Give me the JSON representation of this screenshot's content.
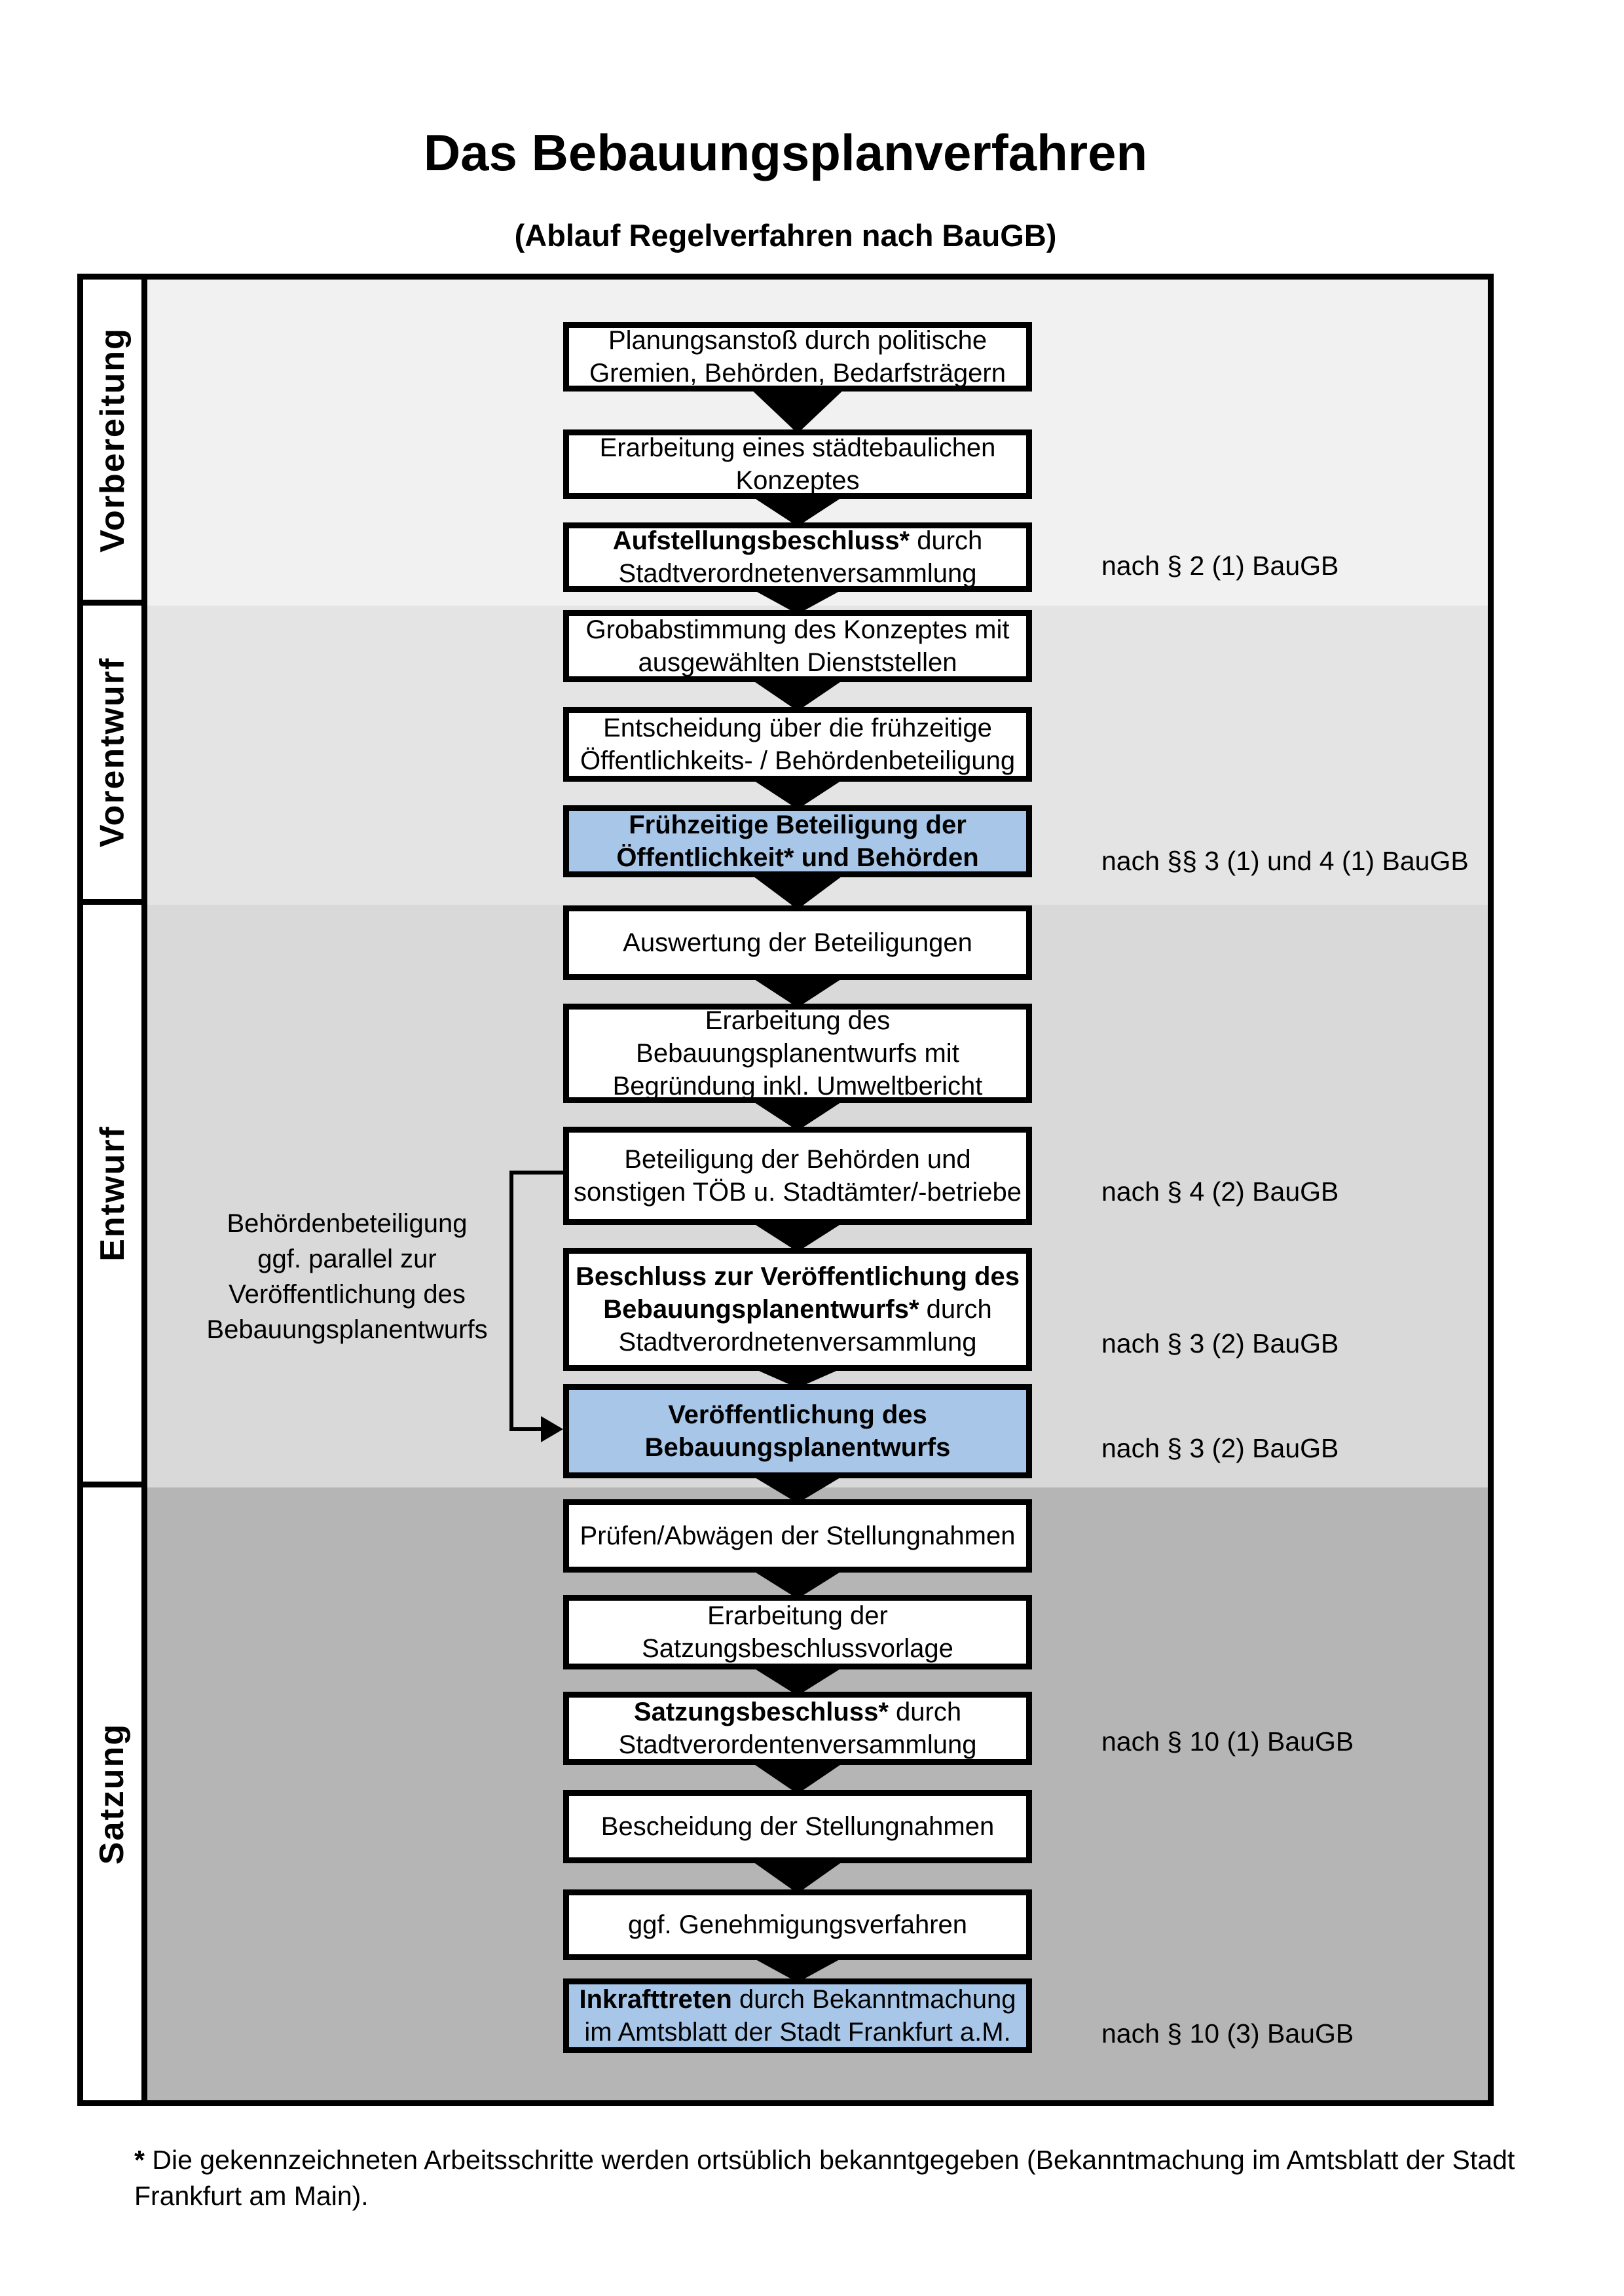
{
  "header": {
    "title": "Das Bebauungsplanverfahren",
    "subtitle": "(Ablauf Regelverfahren nach BauGB)"
  },
  "colors": {
    "highlight": "#a7c6e8",
    "border": "#000000",
    "label_cell_bg": "#ffffff",
    "phase_bgs": [
      "#f1f1f1",
      "#e4e4e4",
      "#d9d9d9",
      "#b5b5b5"
    ]
  },
  "phases": [
    {
      "label": "Vorbereitung"
    },
    {
      "label": "Vorentwurf"
    },
    {
      "label": "Entwurf"
    },
    {
      "label": "Satzung"
    }
  ],
  "steps": [
    {
      "phase": 0,
      "highlight": false,
      "legal": "",
      "lines": [
        [
          {
            "t": "Planungsanstoß durch politische"
          }
        ],
        [
          {
            "t": "Gremien, Behörden, Bedarfsträgern"
          }
        ]
      ]
    },
    {
      "phase": 0,
      "highlight": false,
      "legal": "",
      "lines": [
        [
          {
            "t": "Erarbeitung eines städtebaulichen"
          }
        ],
        [
          {
            "t": "Konzeptes"
          }
        ]
      ]
    },
    {
      "phase": 0,
      "highlight": false,
      "legal": "nach § 2 (1) BauGB",
      "lines": [
        [
          {
            "t": "Aufstellungsbeschluss*",
            "b": true
          },
          {
            "t": " durch"
          }
        ],
        [
          {
            "t": "Stadtverordnetenversammlung"
          }
        ]
      ]
    },
    {
      "phase": 1,
      "highlight": false,
      "legal": "",
      "lines": [
        [
          {
            "t": "Grobabstimmung des Konzeptes mit"
          }
        ],
        [
          {
            "t": "ausgewählten Dienststellen"
          }
        ]
      ]
    },
    {
      "phase": 1,
      "highlight": false,
      "legal": "",
      "lines": [
        [
          {
            "t": "Entscheidung über die frühzeitige"
          }
        ],
        [
          {
            "t": "Öffentlichkeits- / Behördenbeteiligung"
          }
        ]
      ]
    },
    {
      "phase": 1,
      "highlight": true,
      "legal": "nach §§ 3 (1) und 4 (1) BauGB",
      "lines": [
        [
          {
            "t": "Frühzeitige Beteiligung der",
            "b": true
          }
        ],
        [
          {
            "t": "Öffentlichkeit* und Behörden",
            "b": true
          }
        ]
      ]
    },
    {
      "phase": 2,
      "highlight": false,
      "legal": "",
      "lines": [
        [
          {
            "t": "Auswertung der Beteiligungen"
          }
        ]
      ]
    },
    {
      "phase": 2,
      "highlight": false,
      "legal": "",
      "lines": [
        [
          {
            "t": "Erarbeitung des"
          }
        ],
        [
          {
            "t": "Bebauungsplanentwurfs mit"
          }
        ],
        [
          {
            "t": "Begründung inkl. Umweltbericht"
          }
        ]
      ]
    },
    {
      "phase": 2,
      "highlight": false,
      "legal": "nach § 4 (2) BauGB",
      "lines": [
        [
          {
            "t": "Beteiligung der Behörden und"
          }
        ],
        [
          {
            "t": "sonstigen TÖB u. Stadtämter/-betriebe"
          }
        ]
      ]
    },
    {
      "phase": 2,
      "highlight": false,
      "legal": "nach § 3 (2) BauGB",
      "lines": [
        [
          {
            "t": "Beschluss zur Veröffentlichung des",
            "b": true
          }
        ],
        [
          {
            "t": "Bebauungsplanentwurfs*",
            "b": true
          },
          {
            "t": " durch"
          }
        ],
        [
          {
            "t": "Stadtverordnetenversammlung"
          }
        ]
      ]
    },
    {
      "phase": 2,
      "highlight": true,
      "legal": "nach § 3 (2) BauGB",
      "lines": [
        [
          {
            "t": "Veröffentlichung des",
            "b": true
          }
        ],
        [
          {
            "t": "Bebauungsplanentwurfs",
            "b": true
          }
        ]
      ]
    },
    {
      "phase": 3,
      "highlight": false,
      "legal": "",
      "lines": [
        [
          {
            "t": "Prüfen/Abwägen der Stellungnahmen"
          }
        ]
      ]
    },
    {
      "phase": 3,
      "highlight": false,
      "legal": "",
      "lines": [
        [
          {
            "t": "Erarbeitung der"
          }
        ],
        [
          {
            "t": "Satzungsbeschlussvorlage"
          }
        ]
      ]
    },
    {
      "phase": 3,
      "highlight": false,
      "legal": "nach § 10 (1) BauGB",
      "lines": [
        [
          {
            "t": "Satzungsbeschluss*",
            "b": true
          },
          {
            "t": " durch"
          }
        ],
        [
          {
            "t": "Stadtverordentenversammlung"
          }
        ]
      ]
    },
    {
      "phase": 3,
      "highlight": false,
      "legal": "",
      "lines": [
        [
          {
            "t": "Bescheidung der Stellungnahmen"
          }
        ]
      ]
    },
    {
      "phase": 3,
      "highlight": false,
      "legal": "",
      "lines": [
        [
          {
            "t": "ggf. Genehmigungsverfahren"
          }
        ]
      ]
    },
    {
      "phase": 3,
      "highlight": true,
      "legal": "nach § 10 (3) BauGB",
      "lines": [
        [
          {
            "t": "Inkrafttreten",
            "b": true
          },
          {
            "t": " durch Bekanntmachung"
          }
        ],
        [
          {
            "t": "im Amtsblatt der Stadt Frankfurt a.M."
          }
        ]
      ]
    }
  ],
  "annotation": {
    "lines": [
      "Behördenbeteiligung",
      "ggf. parallel zur",
      "Veröffentlichung des",
      "Bebauungsplanentwurfs"
    ]
  },
  "footnote": {
    "marker": "*",
    "text": " Die gekennzeichneten Arbeitsschritte werden ortsüblich bekanntgegeben (Bekanntmachung im Amtsblatt  der Stadt Frankfurt am Main)."
  }
}
